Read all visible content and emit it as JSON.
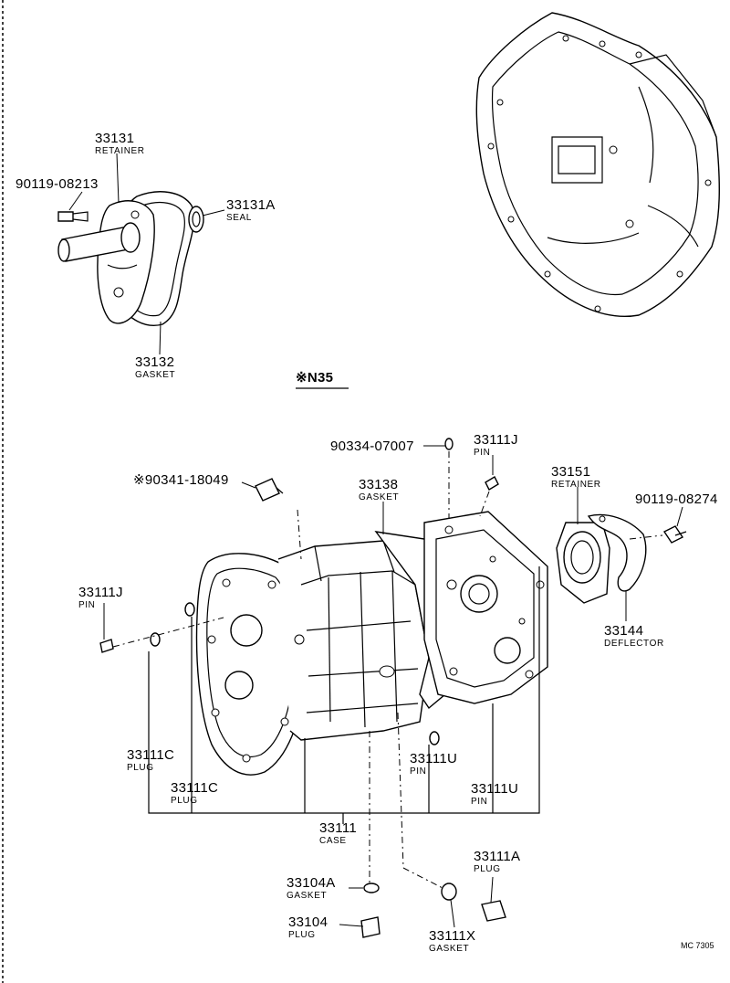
{
  "diagram": {
    "variant": "※N35",
    "code": "MC 7305",
    "parts": [
      {
        "number": "33131",
        "name": "RETAINER"
      },
      {
        "number": "90119-08213",
        "name": ""
      },
      {
        "number": "33131A",
        "name": "SEAL"
      },
      {
        "number": "33132",
        "name": "GASKET"
      },
      {
        "number": "90334-07007",
        "name": ""
      },
      {
        "number": "33111J",
        "name": "PIN"
      },
      {
        "number": "※90341-18049",
        "name": ""
      },
      {
        "number": "33138",
        "name": "GASKET"
      },
      {
        "number": "33151",
        "name": "RETAINER"
      },
      {
        "number": "90119-08274",
        "name": ""
      },
      {
        "number": "33111J",
        "name": "PIN"
      },
      {
        "number": "33144",
        "name": "DEFLECTOR"
      },
      {
        "number": "33111C",
        "name": "PLUG"
      },
      {
        "number": "33111C",
        "name": "PLUG"
      },
      {
        "number": "33111U",
        "name": "PIN"
      },
      {
        "number": "33111U",
        "name": "PIN"
      },
      {
        "number": "33111",
        "name": "CASE"
      },
      {
        "number": "33111A",
        "name": "PLUG"
      },
      {
        "number": "33104A",
        "name": "GASKET"
      },
      {
        "number": "33104",
        "name": "PLUG"
      },
      {
        "number": "33111X",
        "name": "GASKET"
      }
    ]
  }
}
